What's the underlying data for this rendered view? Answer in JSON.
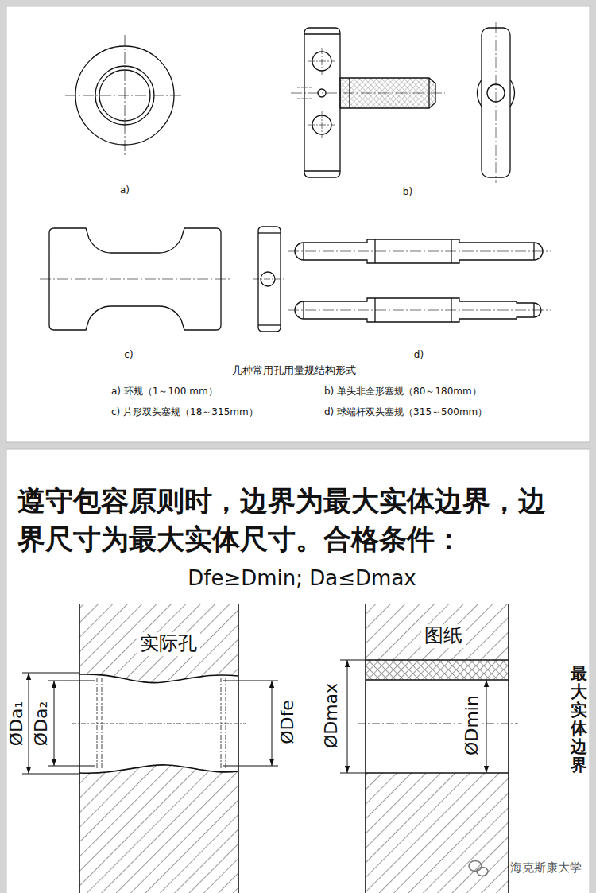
{
  "diagram": {
    "title": "遵守包容原则时，边界为最大实体边界，边界尺寸为最大实体尺寸。合格条件：",
    "caption": "几种常用孔用量规结构形式",
    "labels": [
      "a)",
      "b)",
      "c)",
      "d)",
      "a) 环规（1～100 mm）",
      "b) 单头非全形塞规（80～180mm）",
      "c) 片形双头塞规（18～315mm）",
      "d) 球端杆双头塞规（315～500mm）",
      "Dfe≥Dmin; Da≤Dmax",
      "实际孔",
      "图纸",
      "ØDa₁",
      "ØDa₂",
      "ØDfe",
      "ØDmax",
      "ØDmin",
      "最大实体边界",
      "海克斯康大学"
    ]
  }
}
